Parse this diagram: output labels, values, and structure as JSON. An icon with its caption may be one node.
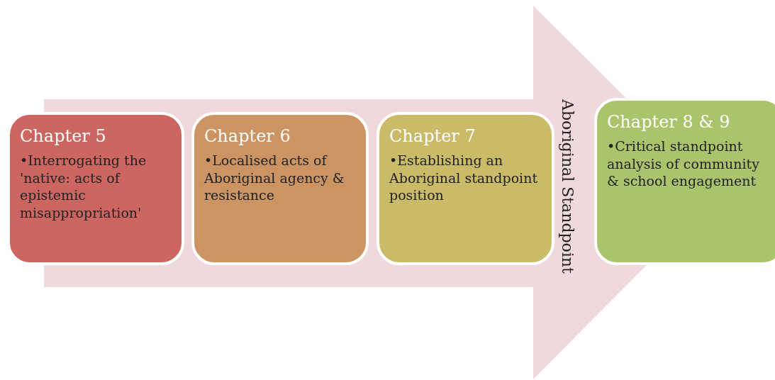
{
  "diagram": {
    "nodes": [
      {
        "text": [
          "Aboriginal Standpoint"
        ]
      },
      {
        "text": [
          "Chapter 5",
          "•Interrogating the 'native: acts of epistemic misappropriation'"
        ]
      },
      {
        "text": [
          "Chapter 6",
          "•Localised acts of Aboriginal agency & resistance"
        ],
        "in": 0
      },
      {
        "text": [
          "Chapter 7",
          "•Establishing an Aboriginal standpoint position"
        ],
        "in": 0
      },
      {
        "text": [
          "Chapter 8 & 9",
          "•Critical standpoint analysis of community & school engagement"
        ]
      }
    ]
  }
}
